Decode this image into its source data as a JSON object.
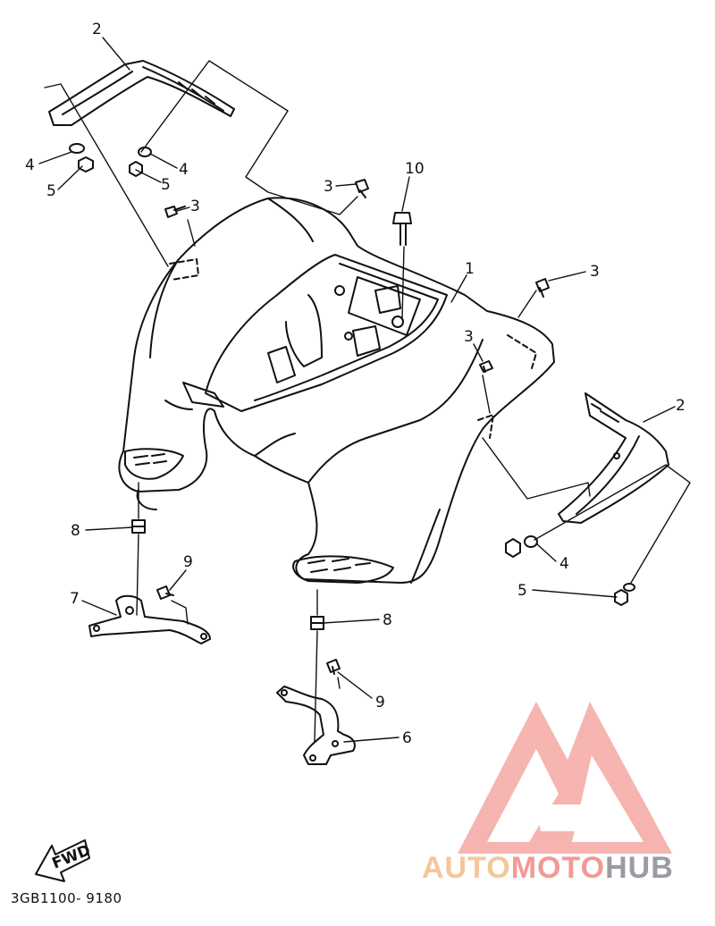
{
  "diagram": {
    "callouts": [
      {
        "id": "c2a",
        "text": "2"
      },
      {
        "id": "c4a",
        "text": "4"
      },
      {
        "id": "c5a",
        "text": "5"
      },
      {
        "id": "c4b",
        "text": "4"
      },
      {
        "id": "c5b",
        "text": "5"
      },
      {
        "id": "c3a",
        "text": "3"
      },
      {
        "id": "c3b",
        "text": "3"
      },
      {
        "id": "c10",
        "text": "10"
      },
      {
        "id": "c1",
        "text": "1"
      },
      {
        "id": "c3c",
        "text": "3"
      },
      {
        "id": "c3d",
        "text": "3"
      },
      {
        "id": "c2b",
        "text": "2"
      },
      {
        "id": "c8a",
        "text": "8"
      },
      {
        "id": "c9a",
        "text": "9"
      },
      {
        "id": "c7",
        "text": "7"
      },
      {
        "id": "c4c",
        "text": "4"
      },
      {
        "id": "c5c",
        "text": "5"
      },
      {
        "id": "c8b",
        "text": "8"
      },
      {
        "id": "c9b",
        "text": "9"
      },
      {
        "id": "c6",
        "text": "6"
      }
    ],
    "fwd_label": "FWD",
    "part_code": "3GB1100- 9180"
  },
  "watermark": {
    "part1": "AUTO",
    "part2": "MOTO",
    "part3": "HUB",
    "colors": {
      "part1": "#f3c79a",
      "part2": "#f29a94",
      "part3": "#9b9ba3",
      "logo": "#f4a8a2"
    }
  }
}
